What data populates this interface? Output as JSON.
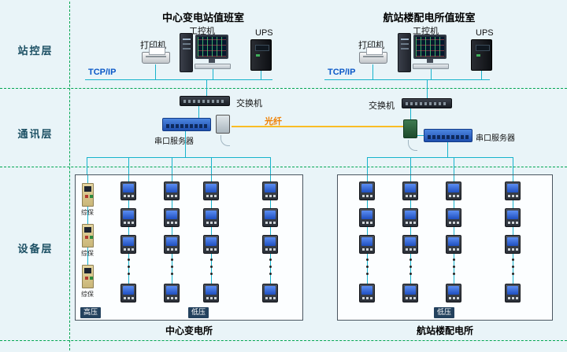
{
  "layers": {
    "station": "站控层",
    "comm": "通讯层",
    "device": "设备层"
  },
  "left_station": {
    "title": "中心变电站值班室",
    "printer_label": "打印机",
    "ipc_label": "工控机",
    "ups_label": "UPS",
    "tcpip_label": "TCP/IP",
    "switch_label": "交换机",
    "serial_label": "串口服务器"
  },
  "right_station": {
    "title": "航站楼配电所值班室",
    "printer_label": "打印机",
    "ipc_label": "工控机",
    "ups_label": "UPS",
    "tcpip_label": "TCP/IP",
    "switch_label": "交换机",
    "serial_label": "串口服务器"
  },
  "fiber": {
    "label": "光纤"
  },
  "left_panel": {
    "name": "中心变电所",
    "hv_label": "高压",
    "lv_label": "低压",
    "relay_label": "综保"
  },
  "right_panel": {
    "name": "航站楼配电所",
    "lv_label": "低压"
  },
  "colors": {
    "background": "#e9f4f8",
    "separator_green": "#00a651",
    "line_cyan": "#17b3cc",
    "fiber_orange": "#f5a800",
    "tcpip_blue": "#0a58c8"
  }
}
